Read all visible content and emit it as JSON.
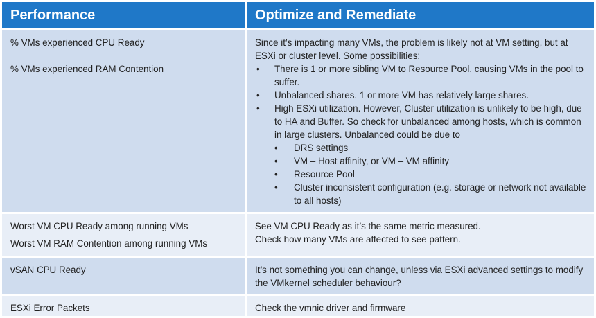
{
  "header": {
    "performance": "Performance",
    "optimize": "Optimize and Remediate"
  },
  "rows": [
    {
      "left": [
        "% VMs experienced CPU Ready",
        "% VMs experienced RAM Contention"
      ],
      "intro": "Since it’s impacting many VMs, the problem is likely not at VM setting, but at ESXi or cluster level. Some possibilities:",
      "bullets": [
        "There is 1 or more sibling VM to Resource Pool, causing VMs in the pool to suffer.",
        "Unbalanced shares. 1 or more VM has relatively large shares.",
        "High ESXi utilization. However, Cluster utilization is unlikely to be high, due to HA and Buffer. So check for unbalanced among hosts, which is common in large clusters. Unbalanced could be due to"
      ],
      "sub_bullets": [
        "DRS settings",
        "VM – Host affinity, or VM – VM affinity",
        "Resource Pool",
        "Cluster inconsistent configuration (e.g. storage or network not available to all hosts)"
      ]
    },
    {
      "left": [
        "Worst VM CPU Ready among running VMs",
        "Worst VM RAM Contention among running VMs"
      ],
      "right": [
        "See VM CPU Ready as it’s the same metric measured.",
        "Check how many VMs are affected to see pattern."
      ]
    },
    {
      "left": [
        "vSAN CPU Ready"
      ],
      "right": [
        "It’s not something you can change, unless via ESXi advanced settings to modify the VMkernel scheduler behaviour?"
      ]
    },
    {
      "left": [
        "ESXi Error Packets"
      ],
      "right": [
        "Check the vmnic driver and firmware"
      ]
    }
  ],
  "bullet_glyph": "•",
  "colors": {
    "header_bg": "#1f78c8",
    "row_dark": "#cfdcee",
    "row_light": "#e8eef7"
  }
}
